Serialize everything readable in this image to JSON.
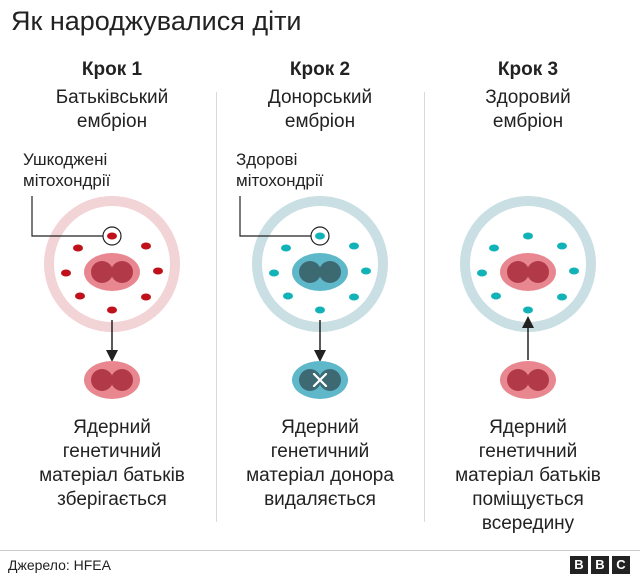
{
  "title": "Як народжувалися діти",
  "steps": [
    {
      "title": "Крок 1",
      "label_line1": "Батьківський",
      "label_line2": "ембріон",
      "callout_line1": "Ушкоджені",
      "callout_line2": "мітохондрії",
      "desc": [
        "Ядерний",
        "генетичний",
        "матеріал батьків",
        "зберігається"
      ]
    },
    {
      "title": "Крок 2",
      "label_line1": "Донорський",
      "label_line2": "ембріон",
      "callout_line1": "Здорові",
      "callout_line2": "мітохондрії",
      "desc": [
        "Ядерний",
        "генетичний",
        "матеріал донора",
        "видаляється"
      ]
    },
    {
      "title": "Крок 3",
      "label_line1": "Здоровий",
      "label_line2": "ембріон",
      "desc": [
        "Ядерний",
        "генетичний",
        "матеріал батьків",
        "поміщується",
        "всередину"
      ]
    }
  ],
  "source": "Джерело: HFEA",
  "logo": [
    "B",
    "B",
    "C"
  ],
  "colors": {
    "parent_ring": "#f2d3d6",
    "parent_nucleus": "#e8878f",
    "parent_nucleus_core": "#b23a48",
    "damaged_mito": "#c0101a",
    "donor_ring": "#c9dfe3",
    "donor_nucleus": "#5fb8c9",
    "donor_nucleus_core": "#3d6a72",
    "healthy_mito": "#12b3b8",
    "cell_fill": "#ffffff"
  }
}
